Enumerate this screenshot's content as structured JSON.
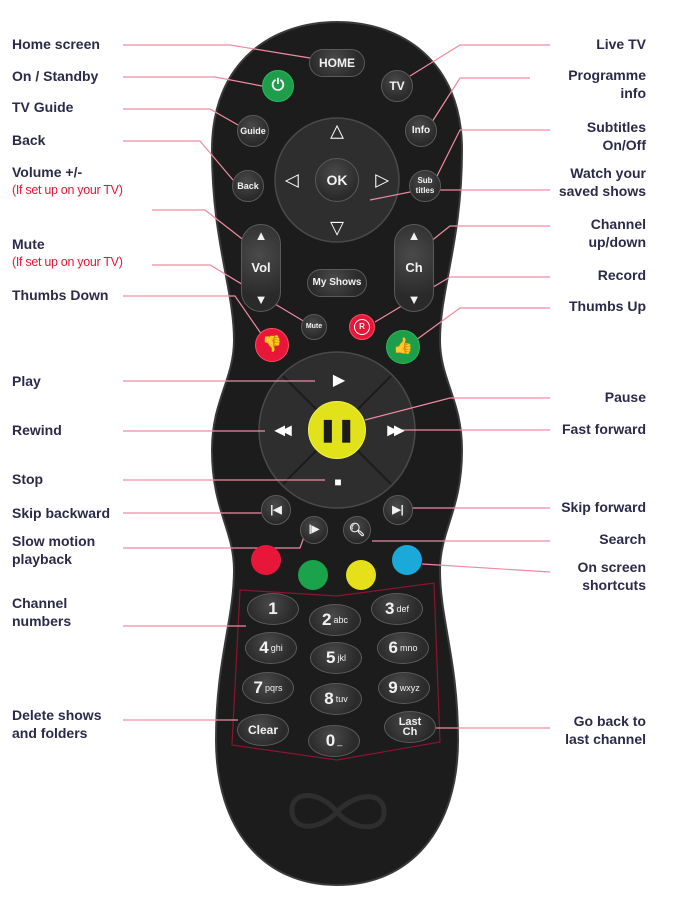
{
  "colors": {
    "label_text": "#2c2a48",
    "note_text": "#e8173a",
    "leader_line": "#f08aa0",
    "body": "#1c1c1c",
    "power": "#1e9e4a",
    "record": "#e8173a",
    "thumbs_down": "#e8173a",
    "thumbs_up": "#1e9e4a",
    "pause": "#e2e21a",
    "red": "#e8173a",
    "green": "#1aa34a",
    "yellow": "#e5e01a",
    "blue": "#1aa9d9"
  },
  "left_labels": {
    "home": "Home screen",
    "power": "On / Standby",
    "guide": "TV Guide",
    "back": "Back",
    "volume": "Volume +/-",
    "volume_note": "(If set up on your TV)",
    "mute": "Mute",
    "mute_note": "(If set up on your TV)",
    "thumbs_down": "Thumbs Down",
    "play": "Play",
    "rewind": "Rewind",
    "stop": "Stop",
    "skip_back": "Skip backward",
    "slow_1": "Slow motion",
    "slow_2": "playback",
    "numbers_1": "Channel",
    "numbers_2": "numbers",
    "delete_1": "Delete shows",
    "delete_2": "and folders"
  },
  "right_labels": {
    "live_tv": "Live TV",
    "info_1": "Programme",
    "info_2": "info",
    "subtitles_1": "Subtitles",
    "subtitles_2": "On/Off",
    "saved_1": "Watch your",
    "saved_2": "saved shows",
    "channel_1": "Channel",
    "channel_2": "up/down",
    "record": "Record",
    "thumbs_up": "Thumbs Up",
    "pause": "Pause",
    "ff": "Fast forward",
    "skip_fwd": "Skip forward",
    "search": "Search",
    "shortcuts_1": "On screen",
    "shortcuts_2": "shortcuts",
    "last_1": "Go back to",
    "last_2": "last channel"
  },
  "buttons": {
    "home": "HOME",
    "tv": "TV",
    "guide": "Guide",
    "info": "Info",
    "ok": "OK",
    "back": "Back",
    "sub_1": "Sub",
    "sub_2": "titles",
    "vol": "Vol",
    "ch": "Ch",
    "my_shows": "My Shows",
    "mute": "Mute",
    "record": "R",
    "keys": [
      [
        "1",
        ""
      ],
      [
        "2",
        "abc"
      ],
      [
        "3",
        "def"
      ],
      [
        "4",
        "ghi"
      ],
      [
        "5",
        "jkl"
      ],
      [
        "6",
        "mno"
      ],
      [
        "7",
        "pqrs"
      ],
      [
        "8",
        "tuv"
      ],
      [
        "9",
        "wxyz"
      ],
      [
        "0",
        "_"
      ]
    ],
    "clear": "Clear",
    "last_1": "Last",
    "last_2": "Ch"
  }
}
